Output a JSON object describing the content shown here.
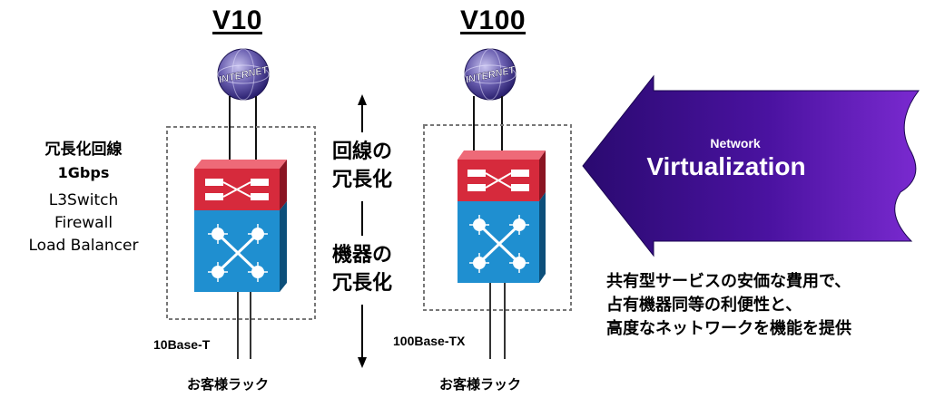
{
  "left_system": {
    "title": "V10",
    "port_label": "10Base-T",
    "rack_label": "お客様ラック",
    "spec": {
      "heading": "冗長化回線",
      "bandwidth": "1Gbps",
      "devices": [
        "L3Switch",
        "Firewall",
        "Load Balancer"
      ]
    }
  },
  "right_system": {
    "title": "V100",
    "port_label": "100Base-TX",
    "rack_label": "お客様ラック"
  },
  "internet_label": "INTERNET",
  "middle": {
    "top_lines": [
      "回線の",
      "冗長化"
    ],
    "bottom_lines": [
      "機器の",
      "冗長化"
    ]
  },
  "virtualization_arrow": {
    "small_label": "Network",
    "big_label": "Virtualization"
  },
  "benefit_lines": [
    "共有型サービスの安価な費用で、",
    "占有機器同等の利便性と、",
    "高度なネットワークを機能を提供"
  ],
  "colors": {
    "router_red": "#d62a3c",
    "switch_blue": "#1f8fd0",
    "arrow_purple": "#3a0a8c",
    "globe_purple": "#6a5fb0"
  }
}
